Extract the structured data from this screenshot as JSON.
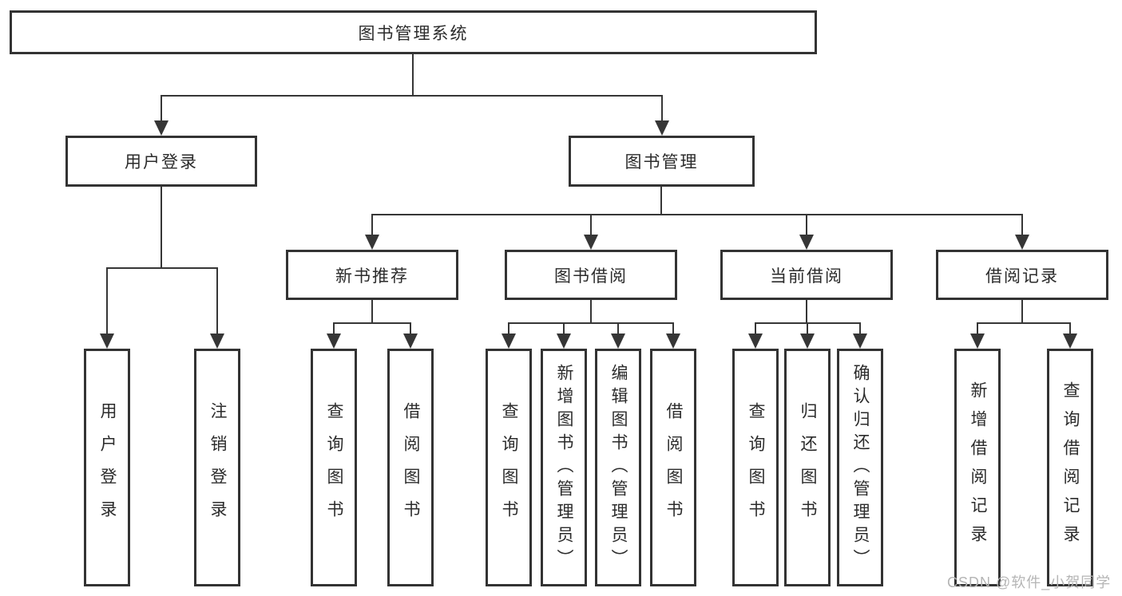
{
  "diagram": {
    "title_node": {
      "label": "图书管理系统"
    },
    "level2": [
      {
        "label": "用户登录"
      },
      {
        "label": "图书管理"
      }
    ],
    "level3": [
      {
        "label": "新书推荐"
      },
      {
        "label": "图书借阅"
      },
      {
        "label": "当前借阅"
      },
      {
        "label": "借阅记录"
      }
    ],
    "leaves": [
      {
        "label": "用户登录"
      },
      {
        "label": "注销登录"
      },
      {
        "label": "查询图书"
      },
      {
        "label": "借阅图书"
      },
      {
        "label": "查询图书"
      },
      {
        "label": "新增图书（管理员）"
      },
      {
        "label": "编辑图书（管理员）"
      },
      {
        "label": "借阅图书"
      },
      {
        "label": "查询图书"
      },
      {
        "label": "归还图书"
      },
      {
        "label": "确认归还（管理员）"
      },
      {
        "label": "新增借阅记录"
      },
      {
        "label": "查询借阅记录"
      }
    ]
  },
  "watermark": {
    "text": "CSDN @软件_小贺同学"
  },
  "colors": {
    "line": "#363636",
    "border": "#333333",
    "text": "#2b2b2b",
    "box_background": "#ffffff",
    "page_background": "#ffffff",
    "watermark": "#b5b5b5"
  }
}
